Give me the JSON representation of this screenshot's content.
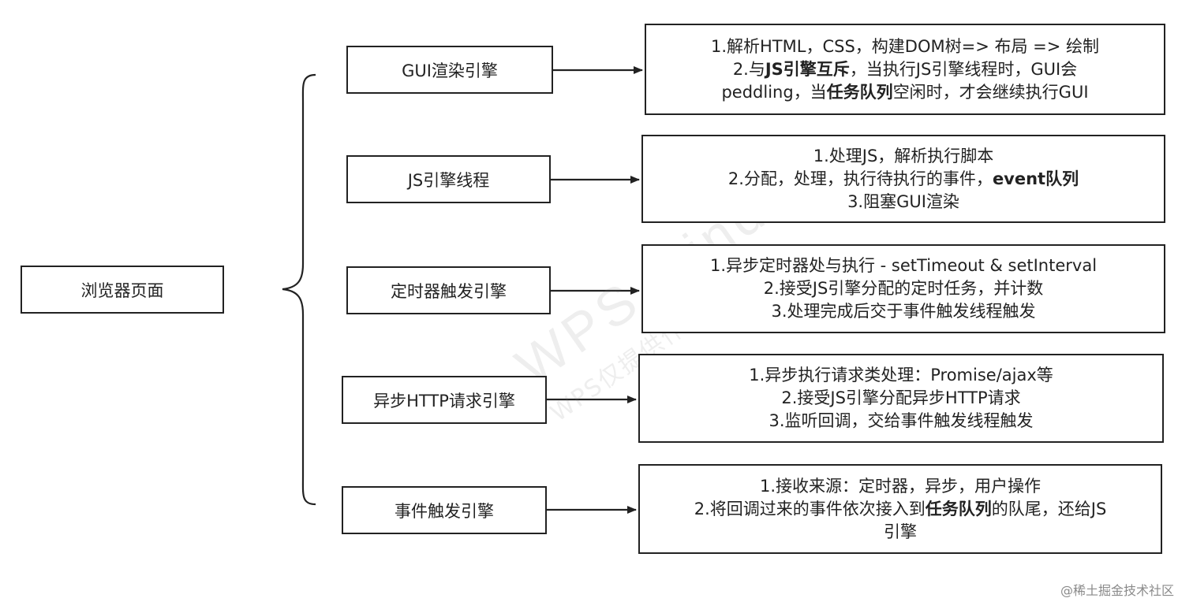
{
  "root": {
    "label": "浏览器页面"
  },
  "engines": [
    {
      "label": "GUI渲染引擎",
      "lines": [
        [
          {
            "t": "1.解析HTML，CSS，构建DOM树=> 布局 => 绘制"
          }
        ],
        [
          {
            "t": "2.与"
          },
          {
            "t": "JS引擎互斥",
            "b": true
          },
          {
            "t": "，当执行JS引擎线程时，GUI会"
          }
        ],
        [
          {
            "t": "peddling，当"
          },
          {
            "t": "任务队列",
            "b": true
          },
          {
            "t": "空闲时，才会继续执行GUI"
          }
        ]
      ]
    },
    {
      "label": "JS引擎线程",
      "lines": [
        [
          {
            "t": "1.处理JS，解析执行脚本"
          }
        ],
        [
          {
            "t": "2.分配，处理，执行待执行的事件，"
          },
          {
            "t": "event队列",
            "b": true
          }
        ],
        [
          {
            "t": "3.阻塞GUI渲染"
          }
        ]
      ]
    },
    {
      "label": "定时器触发引擎",
      "lines": [
        [
          {
            "t": "1.异步定时器处与执行 - setTimeout & setInterval"
          }
        ],
        [
          {
            "t": "2.接受JS引擎分配的定时任务，并计数"
          }
        ],
        [
          {
            "t": "3.处理完成后交于事件触发线程触发"
          }
        ]
      ]
    },
    {
      "label": "异步HTTP请求引擎",
      "lines": [
        [
          {
            "t": "1.异步执行请求类处理：Promise/ajax等"
          }
        ],
        [
          {
            "t": "2.接受JS引擎分配异步HTTP请求"
          }
        ],
        [
          {
            "t": "3.监听回调，交给事件触发线程触发"
          }
        ]
      ]
    },
    {
      "label": "事件触发引擎",
      "lines": [
        [
          {
            "t": "1.接收来源：定时器，异步，用户操作"
          }
        ],
        [
          {
            "t": "2.将回调过来的事件依次接入到"
          },
          {
            "t": "任务队列",
            "b": true
          },
          {
            "t": "的队尾，还给JS"
          }
        ],
        [
          {
            "t": "引擎"
          }
        ]
      ]
    }
  ],
  "watermark": {
    "brand": "WPS Mind",
    "sub": "WPS仅提供作图服务"
  },
  "credit": "@稀土掘金技术社区",
  "colors": {
    "stroke": "#222222",
    "watermark": "#c8c8c8",
    "credit": "#8a8a8a"
  }
}
